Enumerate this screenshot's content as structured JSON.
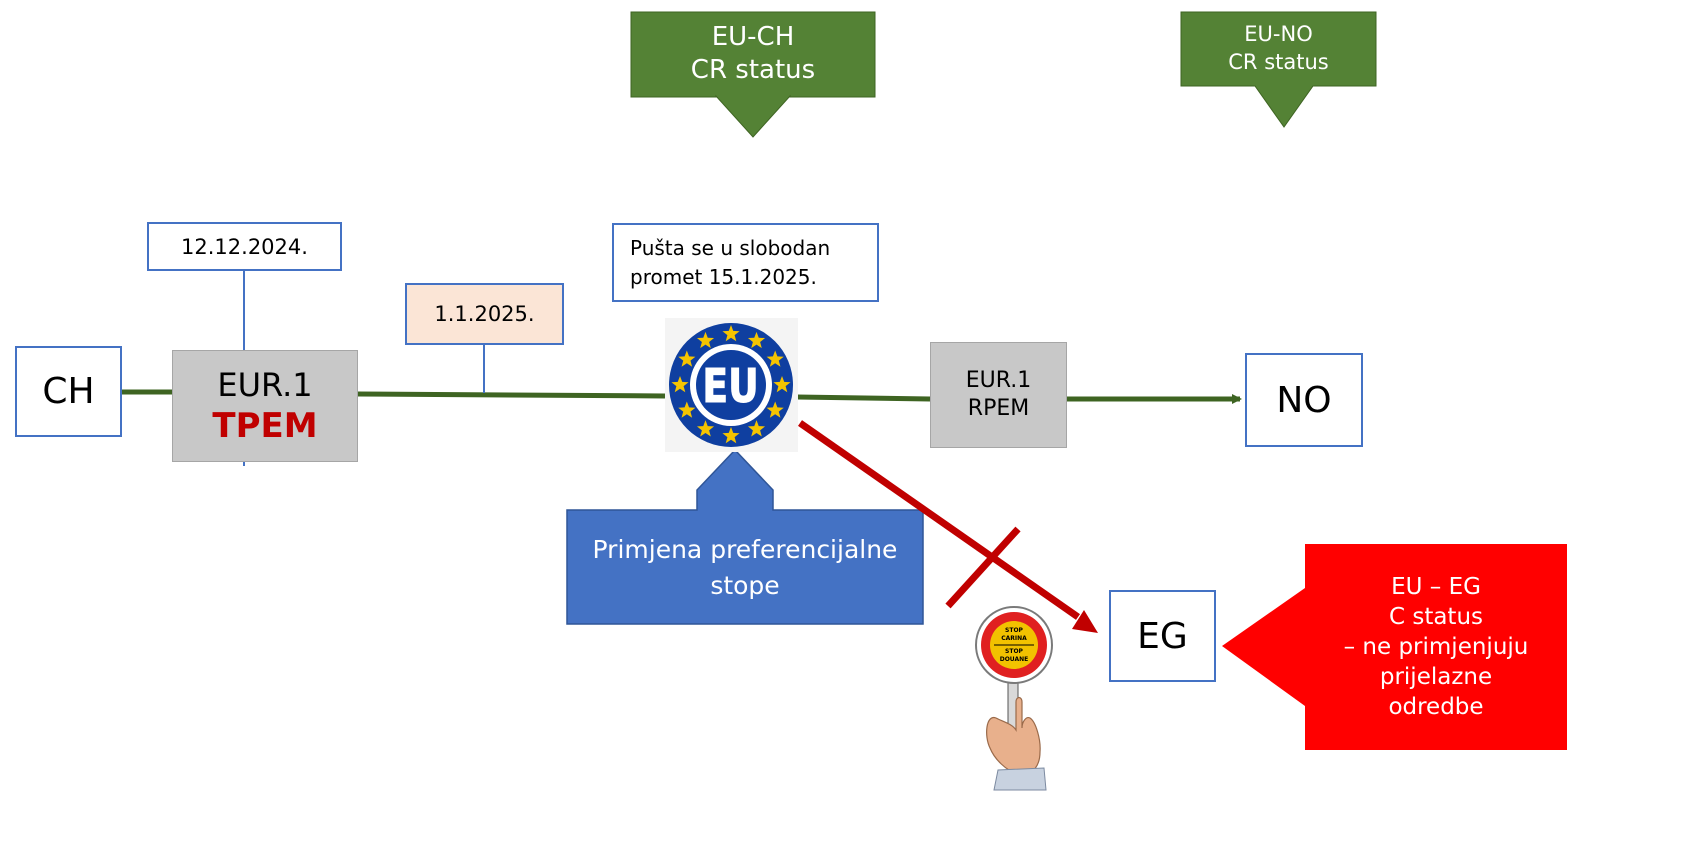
{
  "colors": {
    "line_green": "#3e6422",
    "green_callout": "#548235",
    "blue_outline": "#4472c4",
    "blue_callout": "#4472c4",
    "red_callout": "#ff0000",
    "dark_red": "#c00000",
    "grey_box": "#c8c8c8",
    "peach_box": "#fbe5d6",
    "eu_blue": "#0f3fa0",
    "eu_star": "#f5c400"
  },
  "nodes": {
    "ch": "CH",
    "no": "NO",
    "eg": "EG"
  },
  "dates": {
    "issue_date": "12.12.2024.",
    "transition_date": "1.1.2025.",
    "release_line1": "Pušta se u slobodan",
    "release_line2": "promet 15.1.2025."
  },
  "certificates": {
    "first": {
      "line1": "EUR.1",
      "line2": "TPEM"
    },
    "second": {
      "line1": "EUR.1",
      "line2": "RPEM"
    }
  },
  "callouts": {
    "eu_ch": {
      "line1": "EU-CH",
      "line2": "CR status"
    },
    "eu_no": {
      "line1": "EU-NO",
      "line2": "CR status"
    },
    "preferential": {
      "line1": "Primjena preferencijalne",
      "line2": "stope"
    },
    "eu_eg": {
      "line1": "EU – EG",
      "line2": "C status",
      "line3": "– ne primjenjuju",
      "line4": "prijelazne",
      "line5": "odredbe"
    }
  },
  "eu_logo": {
    "text": "EU",
    "icon": "eu-stars-logo"
  },
  "stop_sign": {
    "line1": "STOP",
    "line2": "CARINA",
    "line3": "STOP",
    "line4": "DOUANE",
    "icon": "stop-sign-paddle"
  }
}
